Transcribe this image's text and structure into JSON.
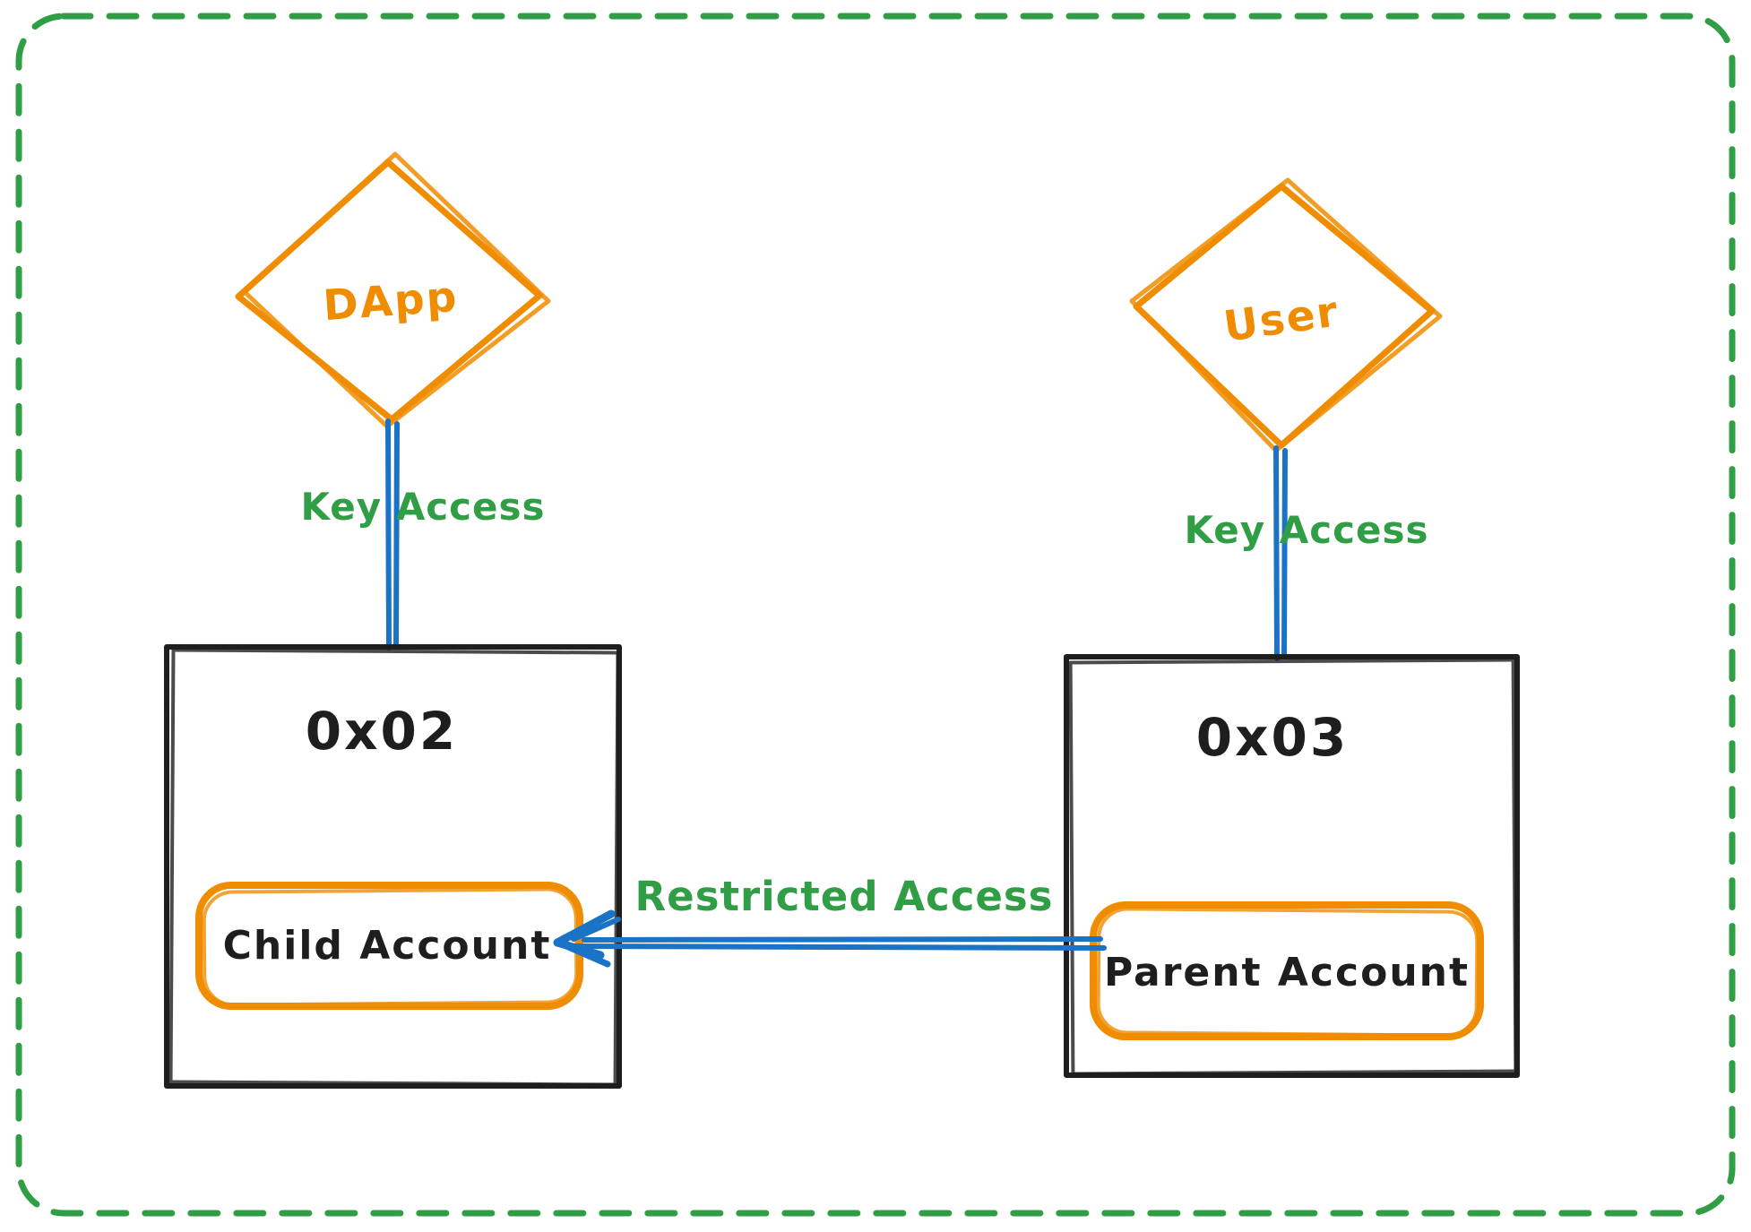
{
  "diagram_type": "hand-drawn-architecture-diagram",
  "colors": {
    "border_green": "#2f9e44",
    "label_green": "#2f9e44",
    "orange_stroke": "#f08c00",
    "orange_hachure_fill": "#ffd687",
    "connector_blue": "#1b73c5",
    "box_black": "#1e1e1e",
    "background": "#ffffff"
  },
  "nodes": {
    "dapp": "DApp",
    "user": "User",
    "left_box": "0x02",
    "right_box": "0x03",
    "child_account": "Child Account",
    "parent_account": "Parent Account"
  },
  "edges": {
    "dapp_key_access": "Key Access",
    "user_key_access": "Key Access",
    "restricted_access": "Restricted Access"
  }
}
